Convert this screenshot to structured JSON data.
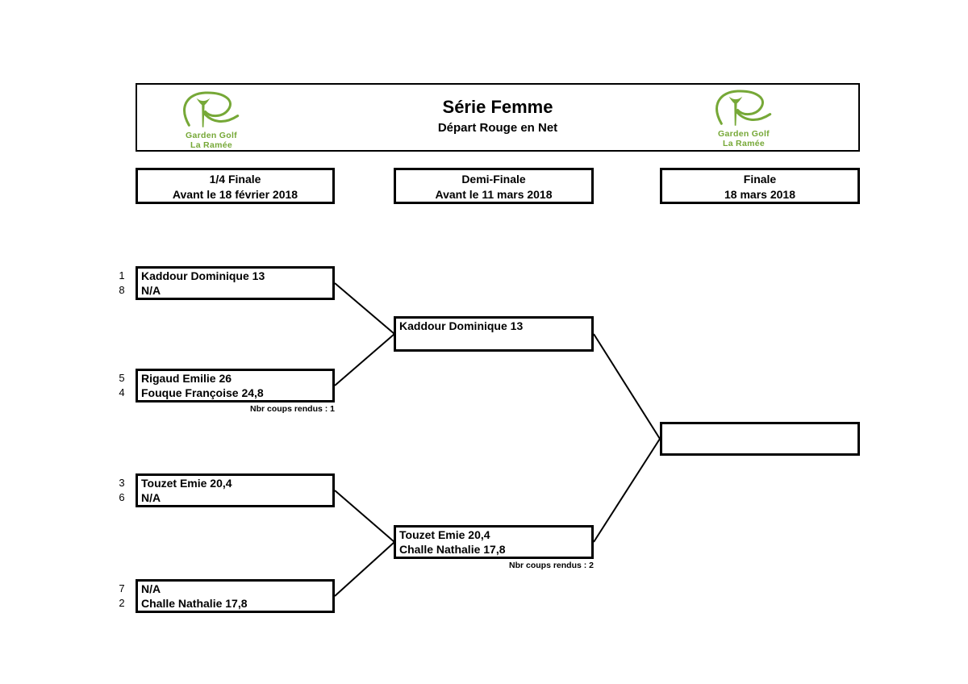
{
  "logo": {
    "name": "Garden Golf La Ramée",
    "line1": "Garden Golf",
    "line2": "La Ramée",
    "color": "#76a837"
  },
  "header": {
    "title": "Série Femme",
    "subtitle": "Départ Rouge en Net"
  },
  "rounds": [
    {
      "name": "1/4 Finale",
      "date": "Avant le 18 février 2018"
    },
    {
      "name": "Demi-Finale",
      "date": "Avant le 11 mars 2018"
    },
    {
      "name": "Finale",
      "date": "18 mars 2018"
    }
  ],
  "quarterfinals": [
    {
      "seed_top": "1",
      "player_top": "Kaddour Dominique 13",
      "seed_bottom": "8",
      "player_bottom": "N/A"
    },
    {
      "seed_top": "5",
      "player_top": "Rigaud Emilie 26",
      "seed_bottom": "4",
      "player_bottom": "Fouque Françoise 24,8",
      "note": "Nbr coups rendus : 1"
    },
    {
      "seed_top": "3",
      "player_top": "Touzet Emie 20,4",
      "seed_bottom": "6",
      "player_bottom": "N/A"
    },
    {
      "seed_top": "7",
      "player_top": "N/A",
      "seed_bottom": "2",
      "player_bottom": "Challe Nathalie 17,8"
    }
  ],
  "semifinals": [
    {
      "player_top": "Kaddour Dominique 13",
      "player_bottom": ""
    },
    {
      "player_top": "Touzet Emie 20,4",
      "player_bottom": "Challe Nathalie 17,8",
      "note": "Nbr coups rendus : 2"
    }
  ],
  "final": {
    "player_top": "",
    "player_bottom": ""
  }
}
